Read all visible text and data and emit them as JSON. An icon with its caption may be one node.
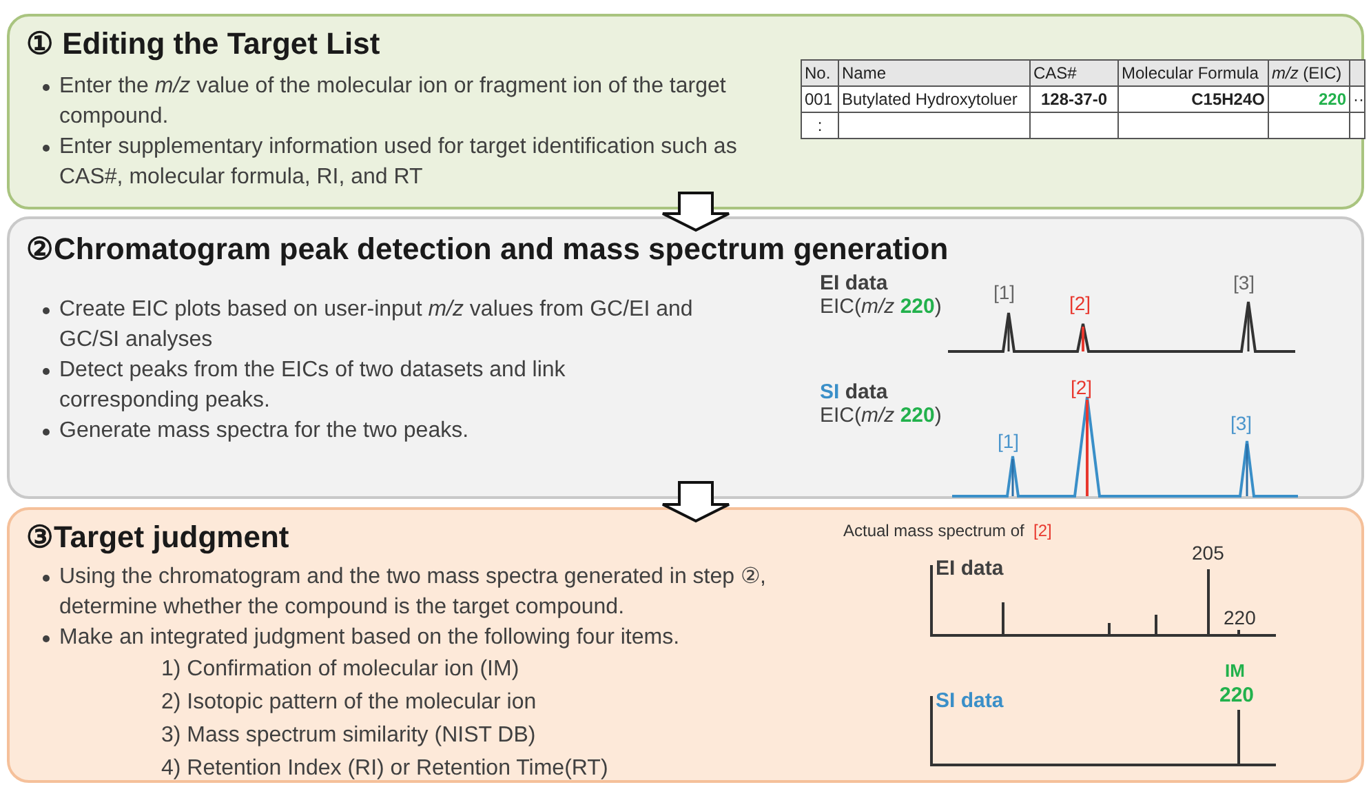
{
  "diagram": {
    "nodes": [
      {
        "text": [
          "① Editing the Target List",
          "Enter the *m/z* value of the molecular ion or fragment ion of the target compound.",
          "Enter supplementary information used for target identification such as CAS#, molecular formula, RI, and RT"
        ]
      },
      {
        "text": [
          "②Chromatogram peak detection and mass spectrum generation",
          "Create EIC plots based on user-input *m/z* values from GC/EI and GC/SI analyses",
          "Detect peaks from the EICs of two datasets and link corresponding peaks.",
          "Generate mass spectra for the two peaks."
        ]
      },
      {
        "text": [
          "③Target judgment",
          "Using the chromatogram and the two mass spectra generated in step ②, determine whether the compound is the target compound.",
          "Make an integrated judgment based on the following four items.",
          "1) Confirmation of molecular ion (IM)",
          "2) Isotopic pattern of the molecular ion",
          "3) Mass spectrum similarity (NIST DB)",
          "4) Retention Index (RI) or Retention Time(RT)"
        ]
      }
    ],
    "edges": [
      {
        "from": 0,
        "to": 1,
        "arrow": "to"
      },
      {
        "from": 1,
        "to": 2,
        "arrow": "to"
      }
    ],
    "labels": [
      "No.",
      "Name",
      "CAS#",
      "Molecular Formula",
      "*m/z* (EIC)",
      "001",
      "Butylated Hydroxytoluer",
      "128-37-0",
      "C15H24O",
      "220",
      "··",
      ":",
      "EI data",
      "EIC(*m/z* **220**)",
      "[1]",
      "[2]",
      "[3]",
      "**SI** data",
      "EIC(*m/z* **220**)",
      "[2]",
      "[1]",
      "[3]",
      "Actual mass spectrum of",
      "[2]",
      "205",
      "EI data",
      "220",
      "IM",
      "SI data",
      "220"
    ]
  }
}
